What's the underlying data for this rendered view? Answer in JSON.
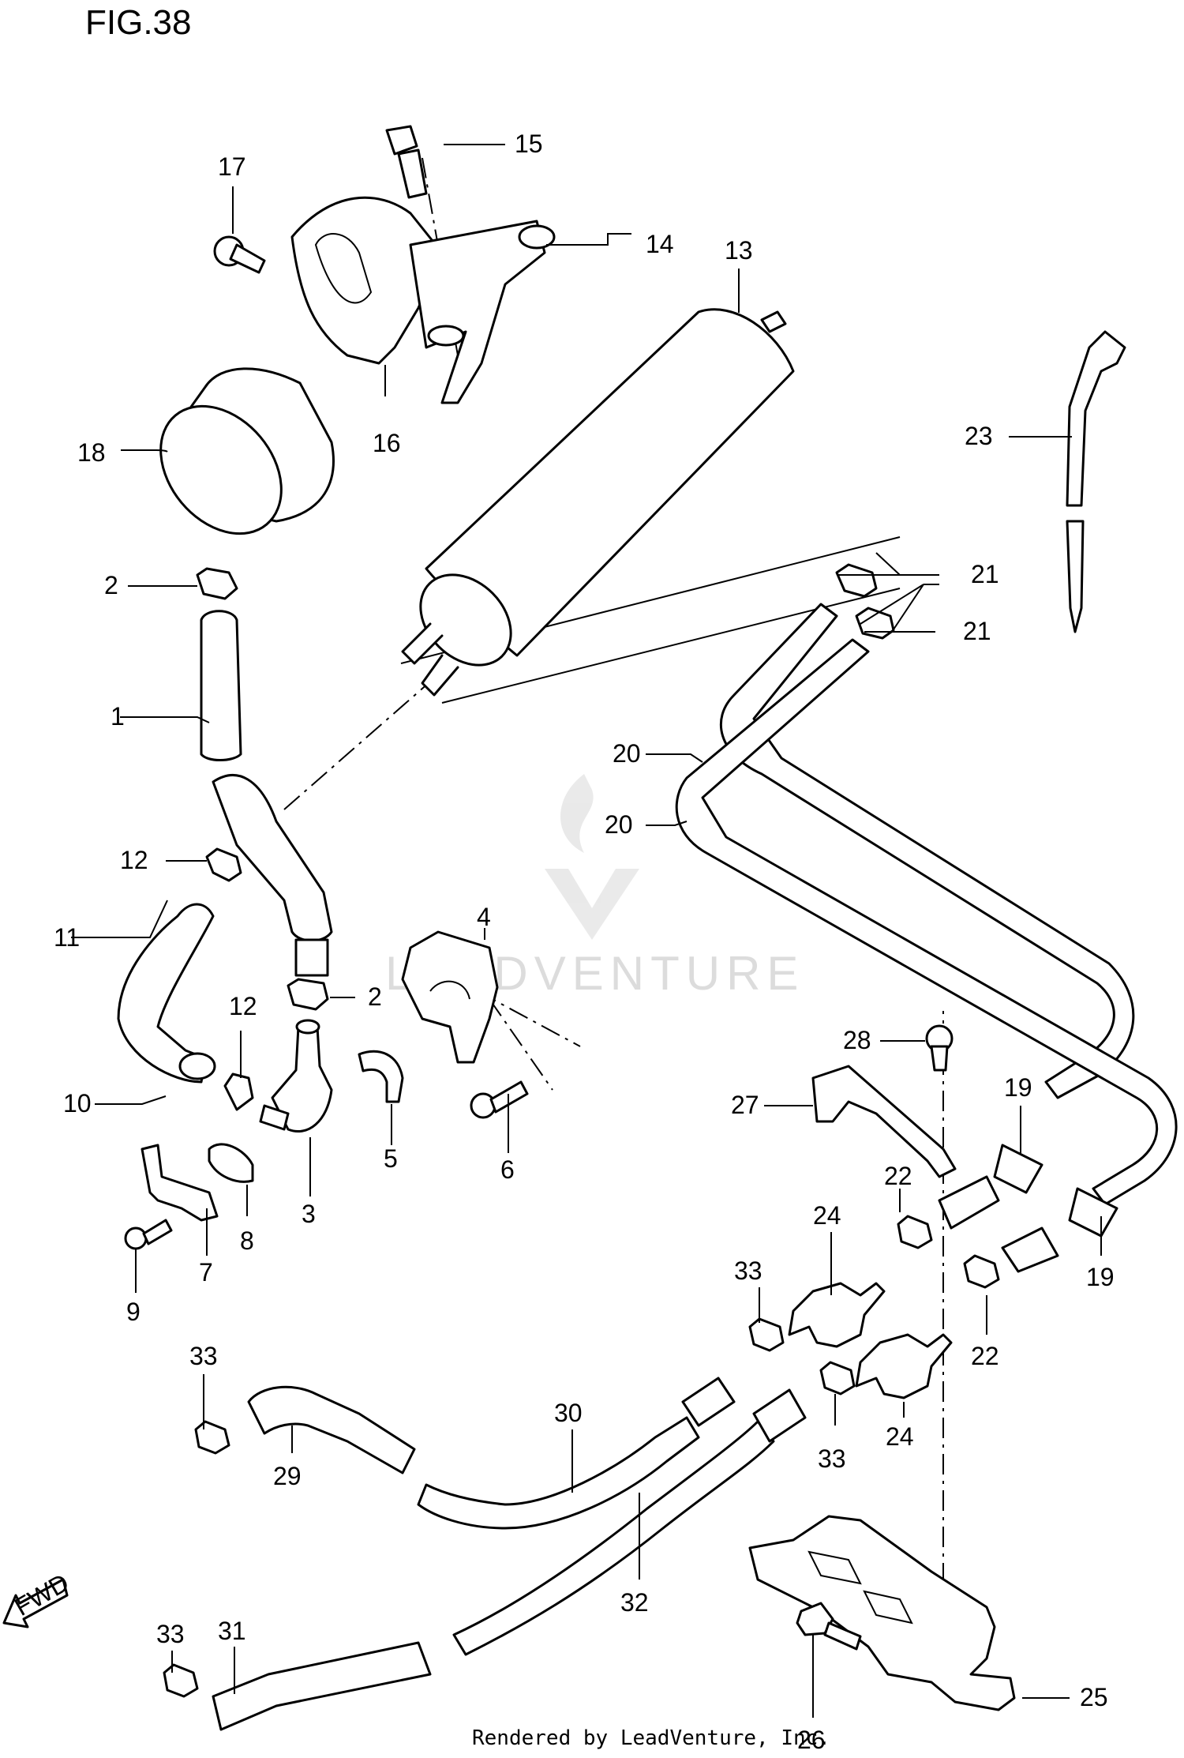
{
  "title": "FIG.38",
  "footer": "Rendered by LeadVenture, Inc.",
  "watermark": "LEADVENTURE",
  "fwd_label": "FWD",
  "callouts": {
    "c1": "1",
    "c2a": "2",
    "c2b": "2",
    "c3": "3",
    "c4": "4",
    "c5": "5",
    "c6": "6",
    "c7": "7",
    "c8": "8",
    "c9": "9",
    "c10": "10",
    "c11": "11",
    "c12a": "12",
    "c12b": "12",
    "c13": "13",
    "c14": "14",
    "c15": "15",
    "c16": "16",
    "c17": "17",
    "c18": "18",
    "c19a": "19",
    "c19b": "19",
    "c20a": "20",
    "c20b": "20",
    "c21a": "21",
    "c21b": "21",
    "c22a": "22",
    "c22b": "22",
    "c23": "23",
    "c24a": "24",
    "c24b": "24",
    "c25": "25",
    "c26": "26",
    "c27": "27",
    "c28": "28",
    "c29": "29",
    "c30": "30",
    "c31": "31",
    "c32": "32",
    "c33a": "33",
    "c33b": "33",
    "c33c": "33",
    "c33d": "33"
  }
}
